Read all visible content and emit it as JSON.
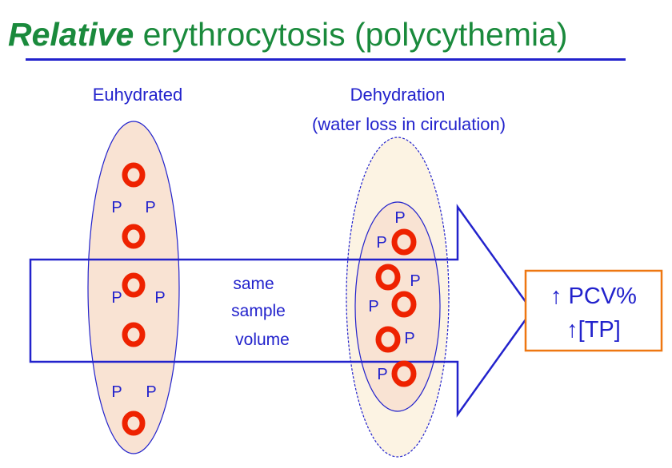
{
  "title": {
    "emphasis": "Relative",
    "rest": " erythrocytosis (polycythemia)"
  },
  "labels": {
    "euhydrated": "Euhydrated",
    "dehydration_line1": "Dehydration",
    "dehydration_line2": "(water loss in circulation)",
    "arrow_line1": "same",
    "arrow_line2": "sample",
    "arrow_line3": "volume",
    "plasma_protein": "P"
  },
  "result": {
    "line1": "↑ PCV%",
    "line2": "↑[TP]"
  },
  "colors": {
    "title_green": "#1a8a3c",
    "blue": "#2222cc",
    "rbc_red": "#ee2200",
    "ellipse_fill": "#f9e3d3",
    "outer_fill": "#fcf3e3",
    "result_orange": "#ee7711"
  }
}
